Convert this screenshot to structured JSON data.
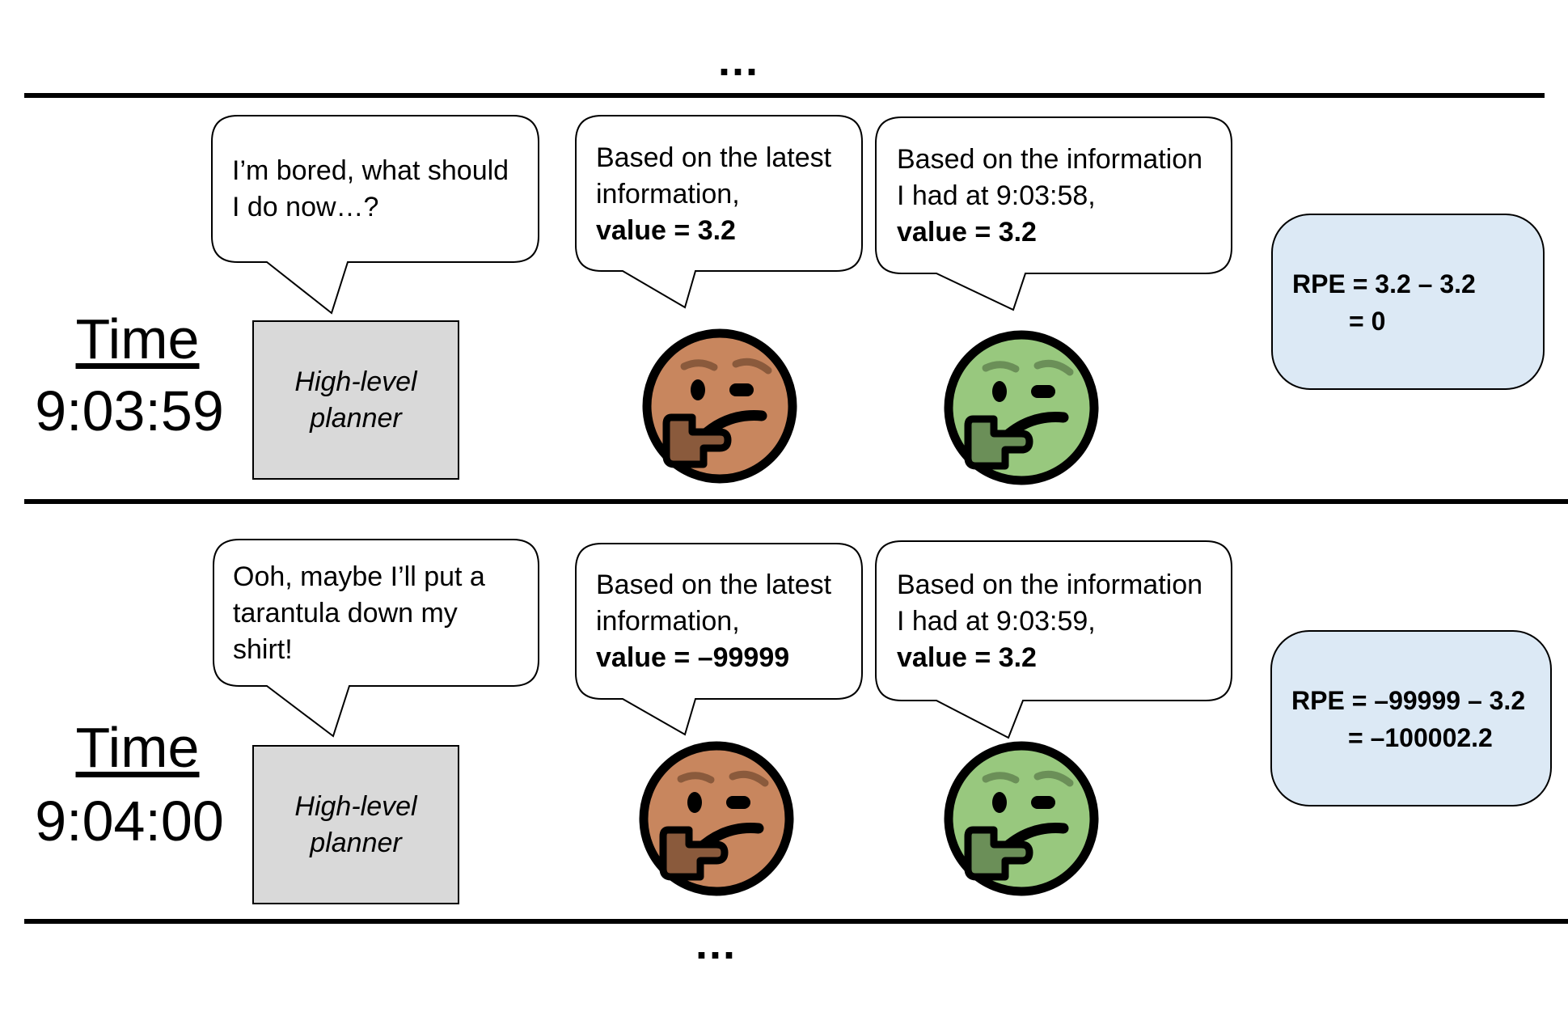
{
  "top_ellipsis": "...",
  "bottom_ellipsis": "...",
  "rows": [
    {
      "time_label": "Time",
      "time_value": "9:03:59",
      "planner": {
        "line1": "High-level",
        "line2": "planner"
      },
      "thought": {
        "line1": "I’m bored, what should",
        "line2": "I do now…?"
      },
      "latest": {
        "line1": "Based on the latest",
        "line2": "information,",
        "value": "value = 3.2"
      },
      "past": {
        "line1": "Based on the information",
        "line2": "I had at 9:03:58,",
        "value": "value = 3.2"
      },
      "rpe": {
        "line1": "RPE = 3.2 – 3.2",
        "line2": "= 0"
      }
    },
    {
      "time_label": "Time",
      "time_value": "9:04:00",
      "planner": {
        "line1": "High-level",
        "line2": "planner"
      },
      "thought": {
        "line1": "Ooh, maybe I’ll put a",
        "line2": "tarantula down my",
        "line3": "shirt!"
      },
      "latest": {
        "line1": "Based on the latest",
        "line2": "information,",
        "value": "value = –99999"
      },
      "past": {
        "line1": "Based on the information",
        "line2": "I had at 9:03:59,",
        "value": "value = 3.2"
      },
      "rpe": {
        "line1": "RPE = –99999 – 3.2",
        "line2": "= –100002.2"
      }
    }
  ],
  "colors": {
    "latest_face": "#c8865e",
    "latest_hand": "#8a5a3c",
    "past_face": "#98c87e",
    "past_hand": "#6b8f58",
    "planner_box": "#d9d9d9",
    "rpe_box": "#dce9f5"
  },
  "icons": [
    "thinking-face-icon"
  ]
}
